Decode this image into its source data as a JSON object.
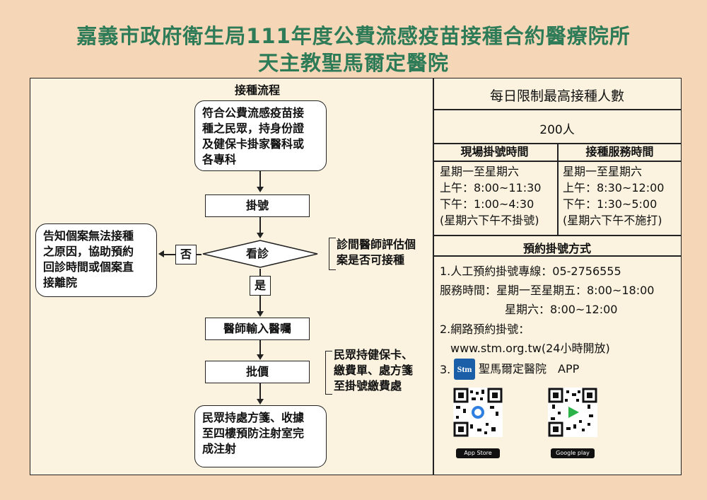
{
  "header": {
    "title_line1": "嘉義市政府衛生局111年度公費流感疫苗接種合約醫療院所",
    "title_line2": "天主教聖馬爾定醫院"
  },
  "flow": {
    "heading": "接種流程",
    "step1": [
      "符合公費流感疫苗接",
      "種之民眾，持身份證",
      "及健保卡掛家醫科或",
      "各專科"
    ],
    "step2": "掛號",
    "decision": "看診",
    "no_label": "否",
    "yes_label": "是",
    "no_result": [
      "告知個案無法接種",
      "之原因，協助預約",
      "回診時間或個案直",
      "接離院"
    ],
    "decision_note": [
      "診間醫師評估個",
      "案是否可接種"
    ],
    "step3": "醫師輸入醫囑",
    "step4": "批價",
    "step4_note": [
      "民眾持健保卡、",
      "繳費單、處方箋",
      "至掛號繳費處"
    ],
    "step5": [
      "民眾持處方箋、收據",
      "至四樓預防注射室完",
      "成注射"
    ]
  },
  "info": {
    "limit_heading": "每日限制最高接種人數",
    "limit_value": "200人",
    "col1_head": "現場掛號時間",
    "col2_head": "接種服務時間",
    "col1": [
      "星期一至星期六",
      "上午：8:00~11:30",
      "下午：1:00~4:30",
      "(星期六下午不掛號)"
    ],
    "col2": [
      "星期一至星期六",
      "上午：8:30~12:00",
      "下午：1:30~5:00",
      "(星期六下午不施打)"
    ],
    "reserve_head": "預約掛號方式",
    "reserve_line1": "1.人工預約掛號專線：05-2756555",
    "reserve_line2": "服務時間：星期一至星期五：8:00~18:00",
    "reserve_line3": "星期六：8:00~12:00",
    "reserve_line4": "2.網路預約掛號：",
    "reserve_line5": "www.stm.org.tw(24小時開放)",
    "reserve_line6_num": "3.",
    "reserve_line6_logo": "Stm",
    "reserve_line6_text": "聖馬爾定醫院　APP",
    "appstore_label": "App Store",
    "googleplay_label": "Google play"
  },
  "colors": {
    "title": "#2e7b58",
    "background": "#f5d6b7",
    "panel": "#fbf3df",
    "logo": "#1a5fa8"
  }
}
